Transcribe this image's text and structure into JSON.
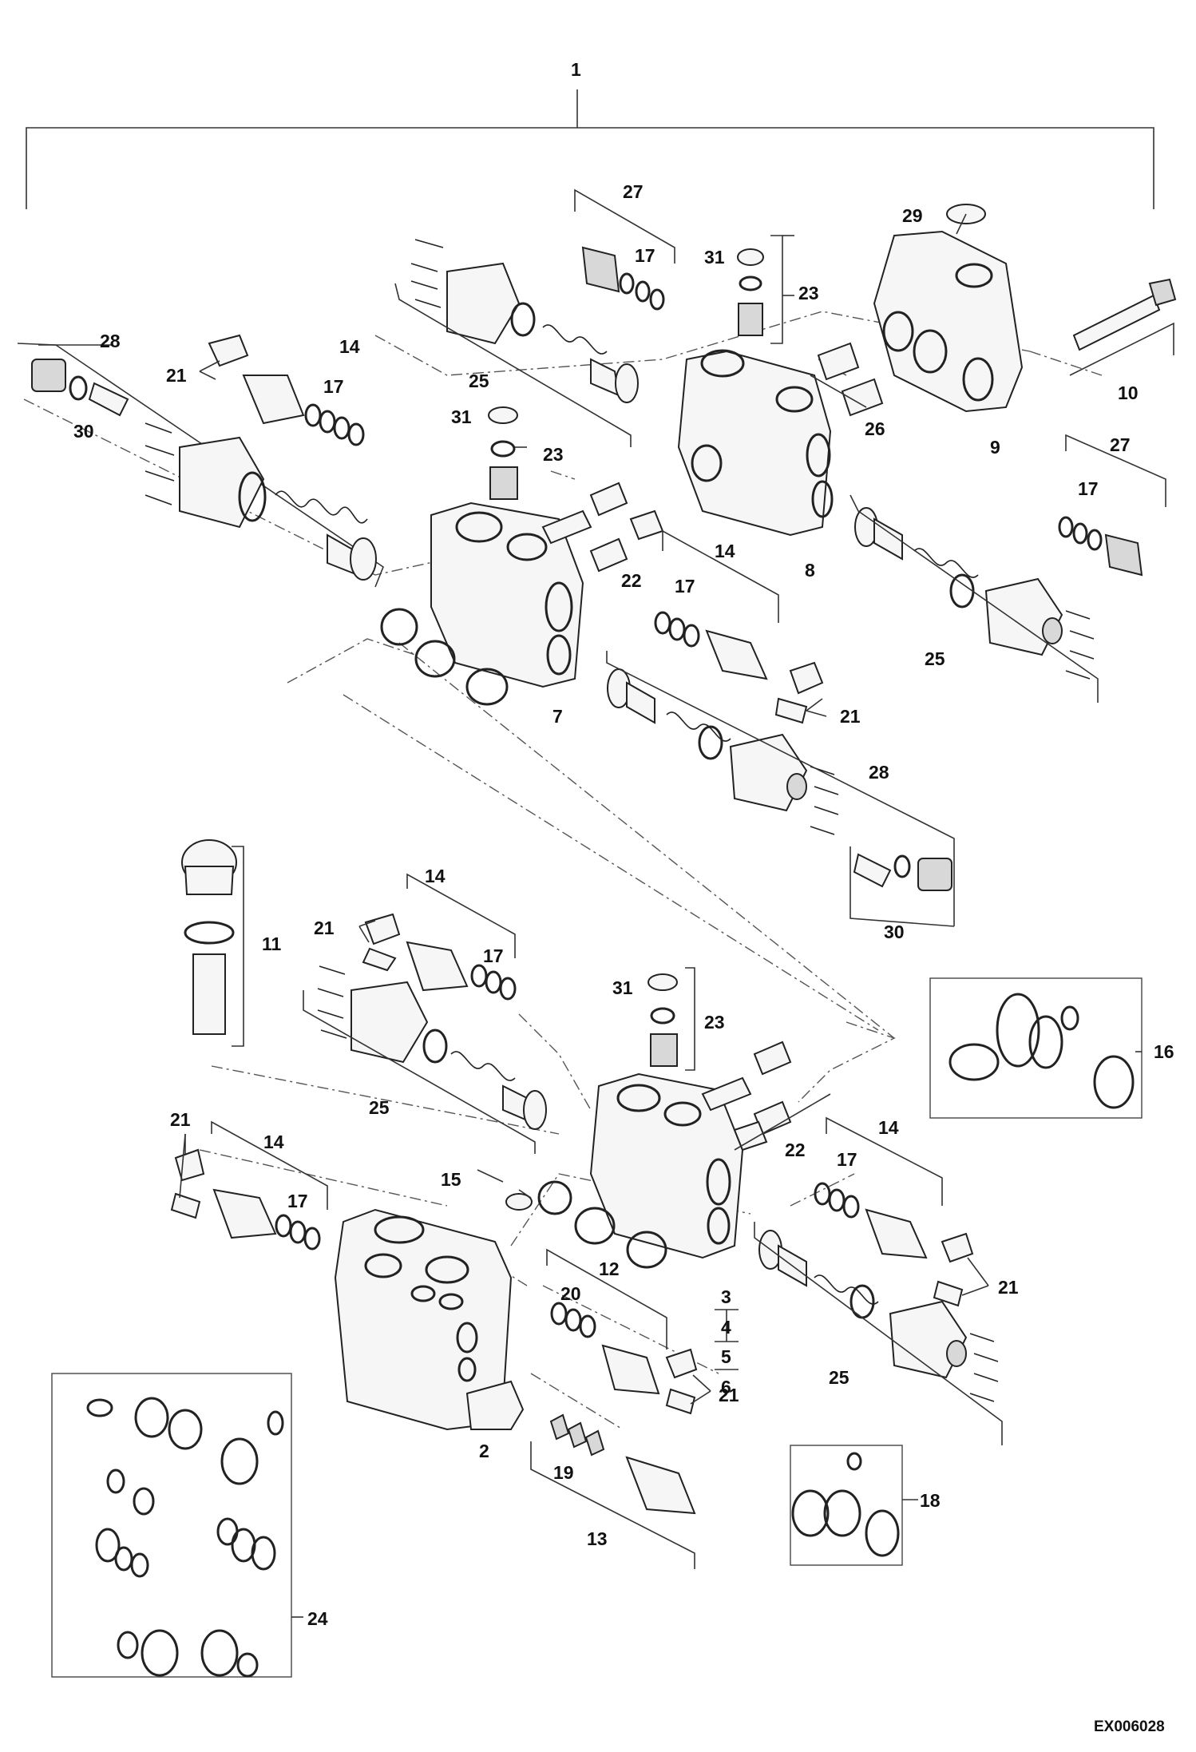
{
  "drawing_code": "EX006028",
  "callouts": {
    "c1": "1",
    "c2": "2",
    "c3": "3",
    "c4": "4",
    "c5": "5",
    "c6": "6",
    "c7": "7",
    "c8": "8",
    "c9": "9",
    "c10": "10",
    "c11": "11",
    "c12": "12",
    "c13": "13",
    "c15": "15",
    "c16": "16",
    "c18": "18",
    "c19": "19",
    "c20": "20",
    "c24": "24",
    "c26": "26",
    "c29": "29",
    "c14a": "14",
    "c14b": "14",
    "c14c": "14",
    "c14d": "14",
    "c14e": "14",
    "c17a": "17",
    "c17b": "17",
    "c17c": "17",
    "c17d": "17",
    "c17e": "17",
    "c17f": "17",
    "c17g": "17",
    "c21a": "21",
    "c21b": "21",
    "c21c": "21",
    "c21d": "21",
    "c21e": "21",
    "c21f": "21",
    "c22a": "22",
    "c22b": "22",
    "c23a": "23",
    "c23b": "23",
    "c23c": "23",
    "c25a": "25",
    "c25b": "25",
    "c25c": "25",
    "c25d": "25",
    "c27a": "27",
    "c27b": "27",
    "c28a": "28",
    "c28b": "28",
    "c30a": "30",
    "c30b": "30",
    "c31a": "31",
    "c31b": "31",
    "c31c": "31"
  }
}
